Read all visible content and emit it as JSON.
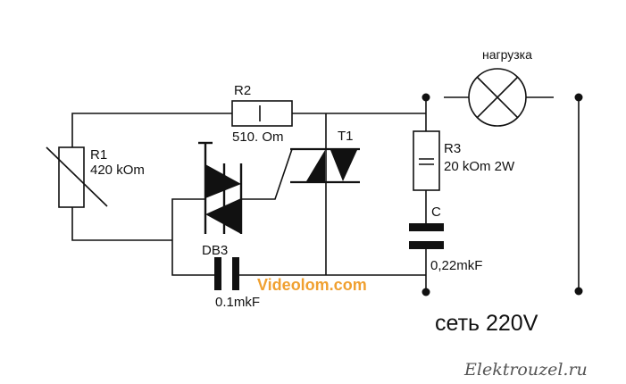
{
  "components": {
    "r1": {
      "name": "R1",
      "value": "420 kOm"
    },
    "r2": {
      "name": "R2",
      "value": "510. Om"
    },
    "r3": {
      "name": "R3",
      "value": "20 kOm 2W"
    },
    "t1": {
      "name": "T1"
    },
    "diac": {
      "name": "DB3"
    },
    "c_gate": {
      "value": "0.1mkF"
    },
    "c": {
      "name": "C",
      "value": "0,22mkF"
    },
    "load": {
      "label": "нагрузка"
    }
  },
  "mains_label": "сеть 220V",
  "watermarks": {
    "videolom": "Videolom.com",
    "elektrouzel": "Elektrouzel.ru"
  },
  "colors": {
    "wire": "#111111",
    "videolom": "#f0a030",
    "elektrouzel": "#555555"
  }
}
